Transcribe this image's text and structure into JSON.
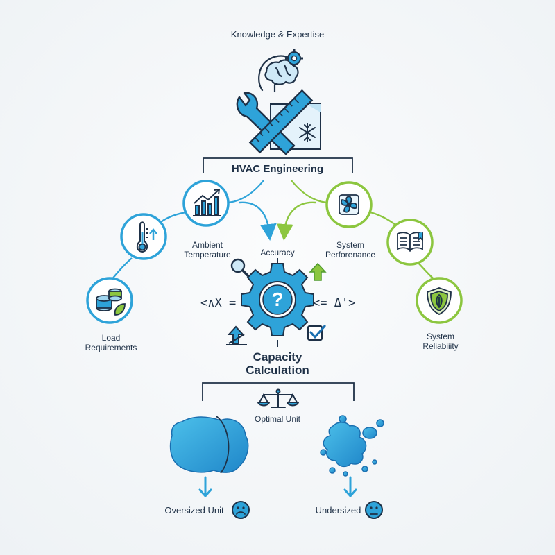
{
  "top": {
    "title": "Knowledge & Expertise"
  },
  "hub": {
    "title": "HVAC Engineering"
  },
  "left_nodes": {
    "ambient": "Ambient\nTemperature",
    "load": "Load\nRequirements"
  },
  "right_nodes": {
    "performance": "System\nPerforenance",
    "reliability": "System\nReliabiiity"
  },
  "center": {
    "accuracy": "Accuracy",
    "formula_left": "<∧X =",
    "formula_right": "<= Δ'>",
    "gear_symbol": "?",
    "title": "Capacity\nCalculation"
  },
  "outcomes": {
    "optimal": "Optimal Unit",
    "oversized": "Oversized Unit",
    "undersized": "Undersized"
  },
  "colors": {
    "blue": "#2ea3d9",
    "blue_dark": "#1a6fb0",
    "green": "#8cc63f",
    "green_dark": "#4e9a2d",
    "navy": "#1f3147"
  },
  "icons": [
    "brain-gear-icon",
    "wrench-ruler-icon",
    "snowflake-icon",
    "chart-icon",
    "thermometer-icon",
    "coins-leaf-icon",
    "fan-icon",
    "book-icon",
    "shield-leaf-icon",
    "magnifier-icon",
    "gear-question-icon",
    "checkbox-icon",
    "balance-scale-icon",
    "sad-face-icon"
  ]
}
